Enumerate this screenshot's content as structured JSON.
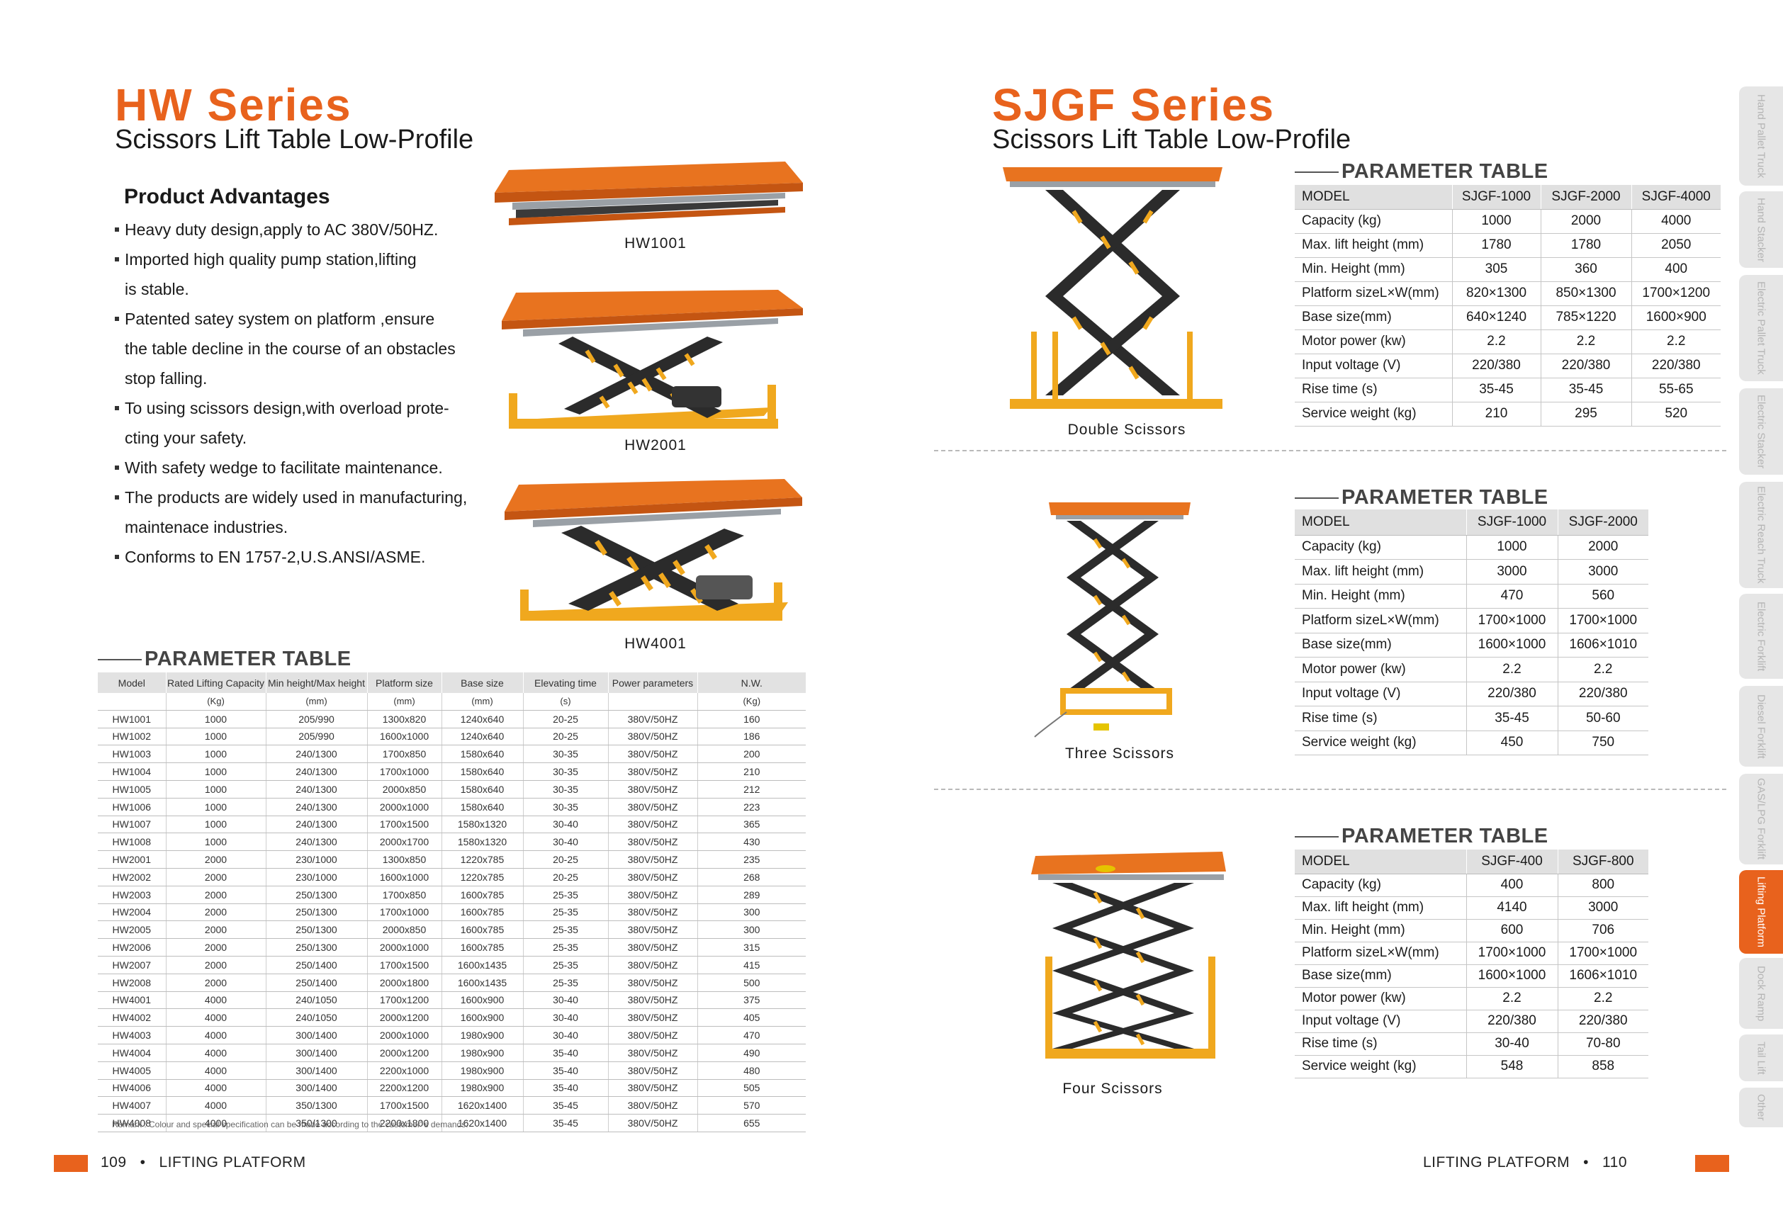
{
  "hw": {
    "title": "HW Series",
    "subtitle": "Scissors Lift Table Low-Profile",
    "advantages_heading": "Product Advantages",
    "advantages": [
      "Heavy duty design,apply to AC 380V/50HZ.",
      "Imported high quality pump station,lifting",
      "is stable.",
      "Patented satey system on platform ,ensure",
      "the table decline in the course of an obstacles",
      "stop falling.",
      "To using scissors design,with overload prote-",
      "cting your safety.",
      "With safety wedge to facilitate maintenance.",
      "The products are widely used in manufacturing,",
      "maintenace industries.",
      "Conforms to EN 1757-2,U.S.ANSI/ASME."
    ],
    "images": [
      "HW1001",
      "HW2001",
      "HW4001"
    ],
    "param_title": "PARAMETER TABLE",
    "table_headers": [
      "Model",
      "Rated Lifting Capacity",
      "Min height/Max height",
      "Platform size",
      "Base size",
      "Elevating time",
      "Power parameters",
      "N.W."
    ],
    "table_units": [
      "",
      "(Kg)",
      "(mm)",
      "(mm)",
      "(mm)",
      "(s)",
      "",
      "(Kg)"
    ],
    "rows": [
      [
        "HW1001",
        "1000",
        "205/990",
        "1300x820",
        "1240x640",
        "20-25",
        "380V/50HZ",
        "160"
      ],
      [
        "HW1002",
        "1000",
        "205/990",
        "1600x1000",
        "1240x640",
        "20-25",
        "380V/50HZ",
        "186"
      ],
      [
        "HW1003",
        "1000",
        "240/1300",
        "1700x850",
        "1580x640",
        "30-35",
        "380V/50HZ",
        "200"
      ],
      [
        "HW1004",
        "1000",
        "240/1300",
        "1700x1000",
        "1580x640",
        "30-35",
        "380V/50HZ",
        "210"
      ],
      [
        "HW1005",
        "1000",
        "240/1300",
        "2000x850",
        "1580x640",
        "30-35",
        "380V/50HZ",
        "212"
      ],
      [
        "HW1006",
        "1000",
        "240/1300",
        "2000x1000",
        "1580x640",
        "30-35",
        "380V/50HZ",
        "223"
      ],
      [
        "HW1007",
        "1000",
        "240/1300",
        "1700x1500",
        "1580x1320",
        "30-40",
        "380V/50HZ",
        "365"
      ],
      [
        "HW1008",
        "1000",
        "240/1300",
        "2000x1700",
        "1580x1320",
        "30-40",
        "380V/50HZ",
        "430"
      ],
      [
        "HW2001",
        "2000",
        "230/1000",
        "1300x850",
        "1220x785",
        "20-25",
        "380V/50HZ",
        "235"
      ],
      [
        "HW2002",
        "2000",
        "230/1000",
        "1600x1000",
        "1220x785",
        "20-25",
        "380V/50HZ",
        "268"
      ],
      [
        "HW2003",
        "2000",
        "250/1300",
        "1700x850",
        "1600x785",
        "25-35",
        "380V/50HZ",
        "289"
      ],
      [
        "HW2004",
        "2000",
        "250/1300",
        "1700x1000",
        "1600x785",
        "25-35",
        "380V/50HZ",
        "300"
      ],
      [
        "HW2005",
        "2000",
        "250/1300",
        "2000x850",
        "1600x785",
        "25-35",
        "380V/50HZ",
        "300"
      ],
      [
        "HW2006",
        "2000",
        "250/1300",
        "2000x1000",
        "1600x785",
        "25-35",
        "380V/50HZ",
        "315"
      ],
      [
        "HW2007",
        "2000",
        "250/1400",
        "1700x1500",
        "1600x1435",
        "25-35",
        "380V/50HZ",
        "415"
      ],
      [
        "HW2008",
        "2000",
        "250/1400",
        "2000x1800",
        "1600x1435",
        "25-35",
        "380V/50HZ",
        "500"
      ],
      [
        "HW4001",
        "4000",
        "240/1050",
        "1700x1200",
        "1600x900",
        "30-40",
        "380V/50HZ",
        "375"
      ],
      [
        "HW4002",
        "4000",
        "240/1050",
        "2000x1200",
        "1600x900",
        "30-40",
        "380V/50HZ",
        "405"
      ],
      [
        "HW4003",
        "4000",
        "300/1400",
        "2000x1000",
        "1980x900",
        "30-40",
        "380V/50HZ",
        "470"
      ],
      [
        "HW4004",
        "4000",
        "300/1400",
        "2000x1200",
        "1980x900",
        "35-40",
        "380V/50HZ",
        "490"
      ],
      [
        "HW4005",
        "4000",
        "300/1400",
        "2200x1000",
        "1980x900",
        "35-40",
        "380V/50HZ",
        "480"
      ],
      [
        "HW4006",
        "4000",
        "300/1400",
        "2200x1200",
        "1980x900",
        "35-40",
        "380V/50HZ",
        "505"
      ],
      [
        "HW4007",
        "4000",
        "350/1300",
        "1700x1500",
        "1620x1400",
        "35-45",
        "380V/50HZ",
        "570"
      ],
      [
        "HW4008",
        "4000",
        "350/1300",
        "2200x1800",
        "1620x1400",
        "35-45",
        "380V/50HZ",
        "655"
      ]
    ],
    "remark": "Remark : Colour and special specification can be made according to the customer' s demands."
  },
  "sjgf": {
    "title": "SJGF Series",
    "subtitle": "Scissors Lift Table Low-Profile",
    "tables": [
      {
        "caption": "Double Scissors",
        "param_title": "PARAMETER TABLE",
        "headers": [
          "MODEL",
          "SJGF-1000",
          "SJGF-2000",
          "SJGF-4000"
        ],
        "rows": [
          [
            "Capacity (kg)",
            "1000",
            "2000",
            "4000"
          ],
          [
            "Max. lift height (mm)",
            "1780",
            "1780",
            "2050"
          ],
          [
            "Min. Height (mm)",
            "305",
            "360",
            "400"
          ],
          [
            "Platform sizeL×W(mm)",
            "820×1300",
            "850×1300",
            "1700×1200"
          ],
          [
            "Base size(mm)",
            "640×1240",
            "785×1220",
            "1600×900"
          ],
          [
            "Motor power (kw)",
            "2.2",
            "2.2",
            "2.2"
          ],
          [
            "Input voltage (V)",
            "220/380",
            "220/380",
            "220/380"
          ],
          [
            "Rise time (s)",
            "35-45",
            "35-45",
            "55-65"
          ],
          [
            "Service weight (kg)",
            "210",
            "295",
            "520"
          ]
        ]
      },
      {
        "caption": "Three Scissors",
        "param_title": "PARAMETER TABLE",
        "headers": [
          "MODEL",
          "SJGF-1000",
          "SJGF-2000"
        ],
        "rows": [
          [
            "Capacity (kg)",
            "1000",
            "2000"
          ],
          [
            "Max. lift height (mm)",
            "3000",
            "3000"
          ],
          [
            "Min. Height (mm)",
            "470",
            "560"
          ],
          [
            "Platform sizeL×W(mm)",
            "1700×1000",
            "1700×1000"
          ],
          [
            "Base size(mm)",
            "1600×1000",
            "1606×1010"
          ],
          [
            "Motor power (kw)",
            "2.2",
            "2.2"
          ],
          [
            "Input voltage (V)",
            "220/380",
            "220/380"
          ],
          [
            "Rise time (s)",
            "35-45",
            "50-60"
          ],
          [
            "Service weight (kg)",
            "450",
            "750"
          ]
        ]
      },
      {
        "caption": "Four Scissors",
        "param_title": "PARAMETER TABLE",
        "headers": [
          "MODEL",
          "SJGF-400",
          "SJGF-800"
        ],
        "rows": [
          [
            "Capacity (kg)",
            "400",
            "800"
          ],
          [
            "Max. lift height (mm)",
            "4140",
            "3000"
          ],
          [
            "Min. Height (mm)",
            "600",
            "706"
          ],
          [
            "Platform sizeL×W(mm)",
            "1700×1000",
            "1700×1000"
          ],
          [
            "Base size(mm)",
            "1600×1000",
            "1606×1010"
          ],
          [
            "Motor power (kw)",
            "2.2",
            "2.2"
          ],
          [
            "Input voltage (V)",
            "220/380",
            "220/380"
          ],
          [
            "Rise time (s)",
            "30-40",
            "70-80"
          ],
          [
            "Service weight (kg)",
            "548",
            "858"
          ]
        ]
      }
    ]
  },
  "footer": {
    "left_page": "109",
    "left_label": "LIFTING PLATFORM",
    "right_label": "LIFTING PLATFORM",
    "right_page": "110",
    "separator": "•"
  },
  "side_tabs": [
    {
      "label": "Hand Pallet Truck",
      "active": false
    },
    {
      "label": "Hand Stacker",
      "active": false
    },
    {
      "label": "Electric Pallet Truck",
      "active": false
    },
    {
      "label": "Electric Stacker",
      "active": false
    },
    {
      "label": "Electric Reach Truck",
      "active": false
    },
    {
      "label": "Electric Forklift",
      "active": false
    },
    {
      "label": "Diesel Forklift",
      "active": false
    },
    {
      "label": "GAS/LPG Forklift",
      "active": false
    },
    {
      "label": "Lifting Platform",
      "active": true
    },
    {
      "label": "Dock Ramp",
      "active": false
    },
    {
      "label": "Tail Lift",
      "active": false
    },
    {
      "label": "Other",
      "active": false
    }
  ],
  "colors": {
    "accent": "#e8621d",
    "platform": "#e8731f",
    "frame": "#2b2b2b",
    "base": "#f0a81e"
  }
}
